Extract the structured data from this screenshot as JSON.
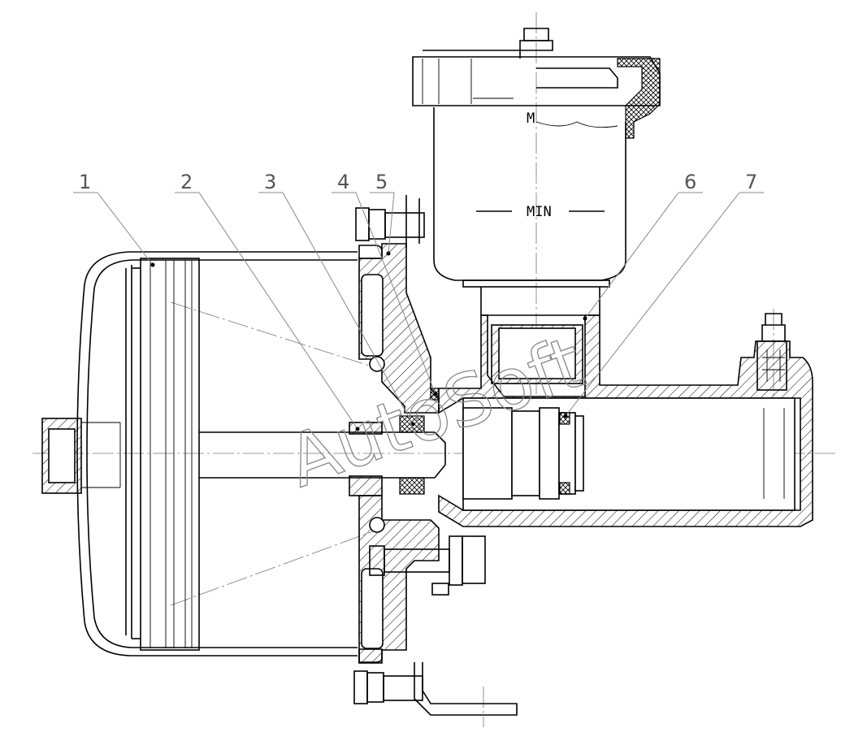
{
  "callouts": [
    {
      "label": "1"
    },
    {
      "label": "2"
    },
    {
      "label": "3"
    },
    {
      "label": "4"
    },
    {
      "label": "5"
    },
    {
      "label": "6"
    },
    {
      "label": "7"
    }
  ],
  "reservoir": {
    "max_label": "M",
    "min_label": "MIN"
  },
  "watermark": "AutoSoft",
  "colors": {
    "line": "#000000",
    "leader": "#888888",
    "watermark": "#888888"
  }
}
